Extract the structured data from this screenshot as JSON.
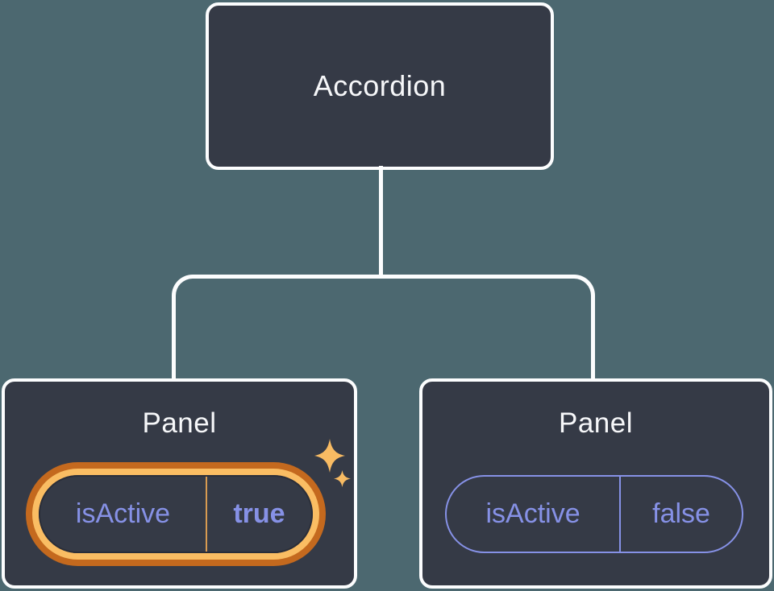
{
  "diagram": {
    "root": {
      "title": "Accordion"
    },
    "panels": [
      {
        "title": "Panel",
        "prop": {
          "name": "isActive",
          "value": "true"
        },
        "highlighted": true
      },
      {
        "title": "Panel",
        "prop": {
          "name": "isActive",
          "value": "false"
        },
        "highlighted": false
      }
    ]
  },
  "icons": {
    "sparkles": "four-point-star"
  },
  "colors": {
    "background": "#4C6870",
    "node_fill": "#353A46",
    "node_border": "#FCFDFE",
    "connector": "#FCFDFE",
    "title_text": "#F6F7F9",
    "prop_purple": "#8691E6",
    "highlight_light_orange": "#FABD63",
    "highlight_dark_orange": "#C4691E",
    "active_divider": "#D89B51",
    "sparkle": "#F8BB63"
  }
}
